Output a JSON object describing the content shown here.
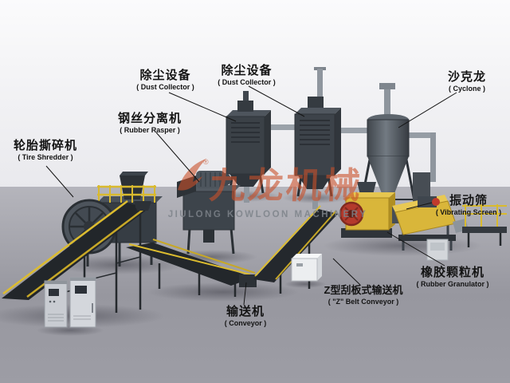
{
  "watermark": {
    "brand_zh": "九龙机械",
    "brand_en": "JIULONG  KOWLOON MACHINERY",
    "registered": "®",
    "brand_color": "#c9502a"
  },
  "colors": {
    "machine_dark": "#343a40",
    "safety_yellow": "#d9ba2e",
    "accent_red": "#c13a2c",
    "floor_gray": "#9a9aa2",
    "pipe_gray": "#8f969e"
  },
  "labels": [
    {
      "id": "tire-shredder",
      "zh": "轮胎撕碎机",
      "en": "( Tire Shredder )"
    },
    {
      "id": "rubber-rasper",
      "zh": "钢丝分离机",
      "en": "( Rubber Rasper )"
    },
    {
      "id": "dust-collector-1",
      "zh": "除尘设备",
      "en": "( Dust Collector )"
    },
    {
      "id": "dust-collector-2",
      "zh": "除尘设备",
      "en": "( Dust Collector )"
    },
    {
      "id": "cyclone",
      "zh": "沙克龙",
      "en": "( Cyclone )"
    },
    {
      "id": "vibrating-screen",
      "zh": "振动筛",
      "en": "( Vibrating Screen )"
    },
    {
      "id": "rubber-granulator",
      "zh": "橡胶颗粒机",
      "en": "( Rubber Granulator )"
    },
    {
      "id": "z-belt-conveyor",
      "zh": "Z型刮板式输送机",
      "en": "( \"Z\" Belt Conveyor )"
    },
    {
      "id": "conveyor",
      "zh": "输送机",
      "en": "( Conveyor )"
    }
  ]
}
